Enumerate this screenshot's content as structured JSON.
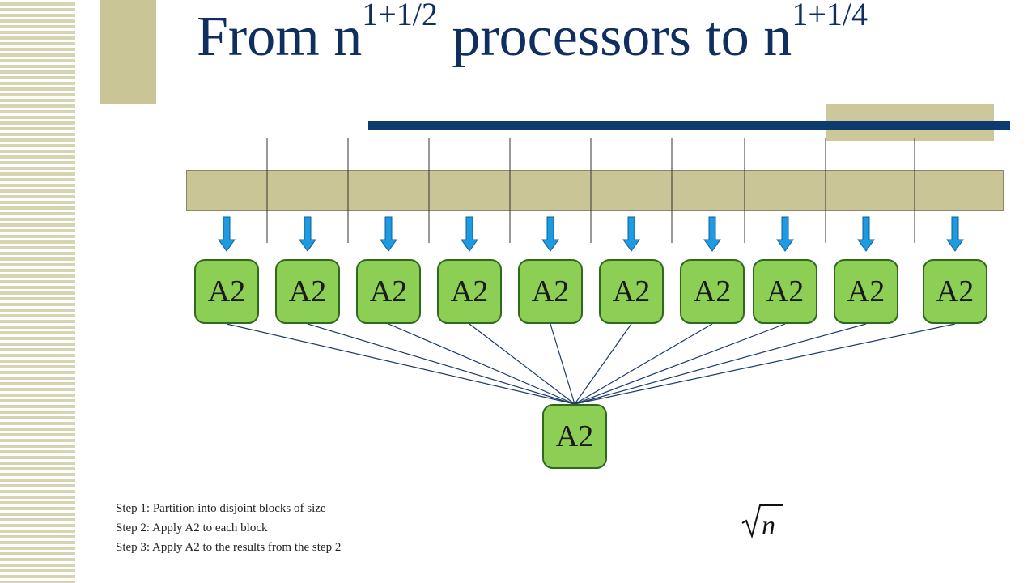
{
  "slide": {
    "title_prefix": "From n",
    "title_exp1": "1+1/2",
    "title_middle": " processors to n",
    "title_exp2": "1+1/4"
  },
  "diagram": {
    "block_node_label": "A2",
    "block_count": 10,
    "root_node_label": "A2"
  },
  "steps": [
    "Step 1: Partition into disjoint blocks of size",
    "Step 2: Apply A2 to each block",
    "Step 3: Apply A2 to the results from the step 2"
  ],
  "formula": {
    "radicand": "n"
  },
  "colors": {
    "title": "#0e2f5f",
    "accent": "#c9c597",
    "node_fill": "#8ccf54",
    "arrow": "#1e9be0"
  }
}
